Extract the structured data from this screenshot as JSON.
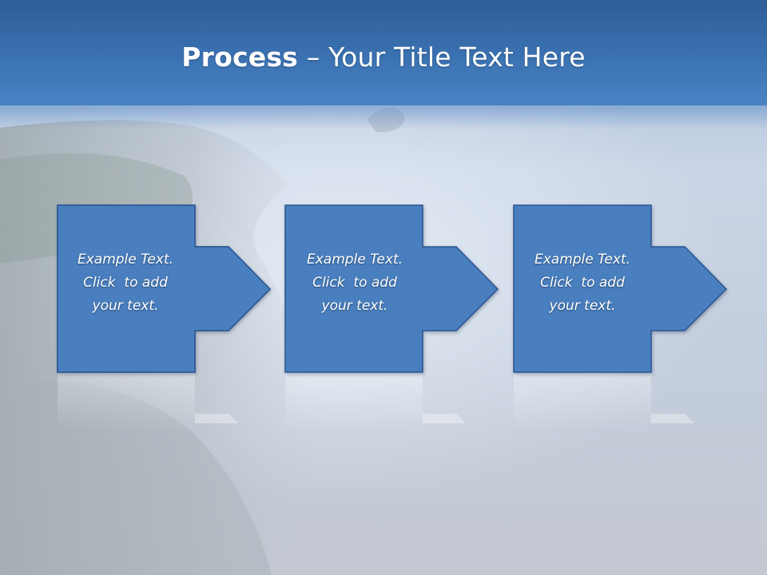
{
  "slide": {
    "title_bold": "Process",
    "title_rest": " – Your Title Text Here"
  },
  "steps": [
    {
      "lines": [
        "Example Text.",
        "Click  to add",
        "your text."
      ]
    },
    {
      "lines": [
        "Example Text.",
        "Click  to add",
        "your text."
      ]
    },
    {
      "lines": [
        "Example Text.",
        "Click  to add",
        "your text."
      ]
    }
  ],
  "colors": {
    "title_band": "#3b72b2",
    "box_fill": "#4a7fbf",
    "box_border": "#2b5590",
    "text": "#ffffff"
  }
}
